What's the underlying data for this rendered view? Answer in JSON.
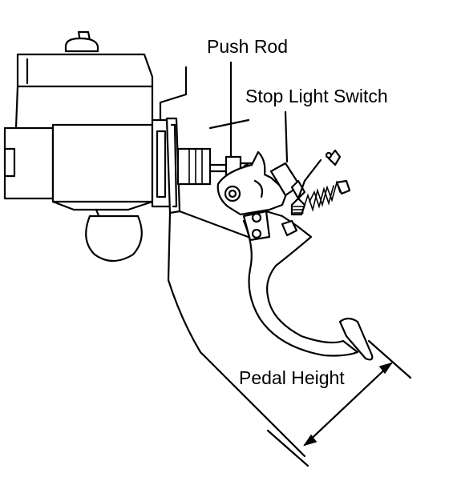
{
  "labels": {
    "push_rod": "Push Rod",
    "stop_light_switch": "Stop Light Switch",
    "pedal_height": "Pedal Height"
  },
  "colors": {
    "ink": "#000000",
    "paper": "#ffffff"
  }
}
